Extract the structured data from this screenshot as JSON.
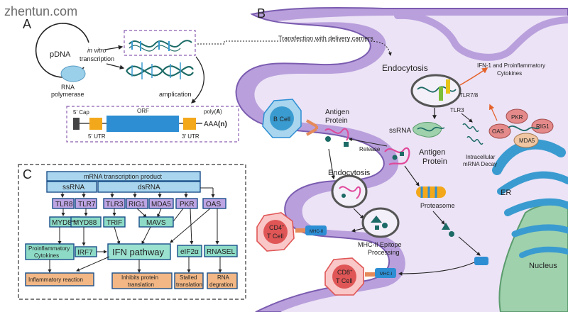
{
  "watermark": "zhentun.com",
  "panels": {
    "a": "A",
    "b": "B",
    "c": "C"
  },
  "panel_a": {
    "pdna": "pDNA",
    "in_vitro": "in vitro",
    "transcription": "transcription",
    "rna": "RNA",
    "polymerase": "polymerase",
    "amplication": "amplication",
    "cap": "5' Cap",
    "orf": "ORF",
    "polya_prefix": "poly(",
    "polya_bold": "A",
    "polya_suffix": ")",
    "aaa": "AAA",
    "n": "(n)",
    "utr5": "5' UTR",
    "utr3": "3' UTR"
  },
  "panel_b": {
    "transfection": "Transfection with delivery carriers",
    "endocytosis_top": "Endocytosis",
    "tlr78": "TLR7/8",
    "tlr3": "TLR3",
    "ifn": "IFN-1 and Proinflammatory",
    "cytokines": "Cytokines",
    "pkr": "PKR",
    "rig1": "RIG1",
    "oas": "OAS",
    "mda5": "MDA5",
    "bcell": "B Cell",
    "antigen1": "Antigen",
    "protein1": "Protein",
    "ssrna": "ssRNA",
    "release": "Release",
    "antigen2": "Antigen",
    "protein2": "Protein",
    "intracellular": "Intracellular",
    "decay": "mRNA Decay",
    "endocytosis_mid": "Endocytosis",
    "proteasome": "Proteasome",
    "er": "ER",
    "cd4": "CD4",
    "cd4sup": "+",
    "tcell1": "T Cell",
    "mhc2a": "MHC-II",
    "mhc2_label1": "MHC-II Epitope",
    "mhc2_label2": "Processing",
    "cd8": "CD8",
    "cd8sup": "+",
    "tcell2": "T Cell",
    "mhc1": "MHC-I",
    "nucleus": "Nucleus"
  },
  "panel_c": {
    "header": "mRNA transcription product",
    "ssrna": "ssRNA",
    "dsrna": "dsRNA",
    "tlr8": "TLR8",
    "tlr7": "TLR7",
    "tlr3": "TLR3",
    "rig1": "RIG1",
    "mda5": "MDA5",
    "pkr": "PKR",
    "oas": "OAS",
    "myd88a": "MYD88",
    "myd88b": "MYD88",
    "trif": "TRIF",
    "mavs": "MAVS",
    "proinf1": "Proinflammatory",
    "proinf2": "Cytokines",
    "irf7": "IRF7",
    "ifn": "IFN pathway",
    "eif2a": "eIF2α",
    "rnasel": "RNASEL",
    "inflam": "Inflammatory reaction",
    "inhibits1": "Inhibits protein",
    "inhibits2": "translation",
    "stalled1": "Stalled",
    "stalled2": "translation",
    "rnadeg1": "RNA",
    "rnadeg2": "degration"
  },
  "colors": {
    "membrane": "#b9a0dc",
    "membrane_edge": "#7b5cb0",
    "cytoplasm": "#ece3f6",
    "er": "#3a9bd0",
    "nucleus": "#9fd1ad",
    "orf": "#2d8ed3",
    "utr": "#f3a81b",
    "receptor": "#bda4e3",
    "adaptor": "#8ddbc6",
    "ifn": "#9ae2cf",
    "outcome": "#f2b785",
    "header": "#a9d6ee",
    "rna_pink": "#e0489a",
    "teal": "#1d6b66"
  }
}
